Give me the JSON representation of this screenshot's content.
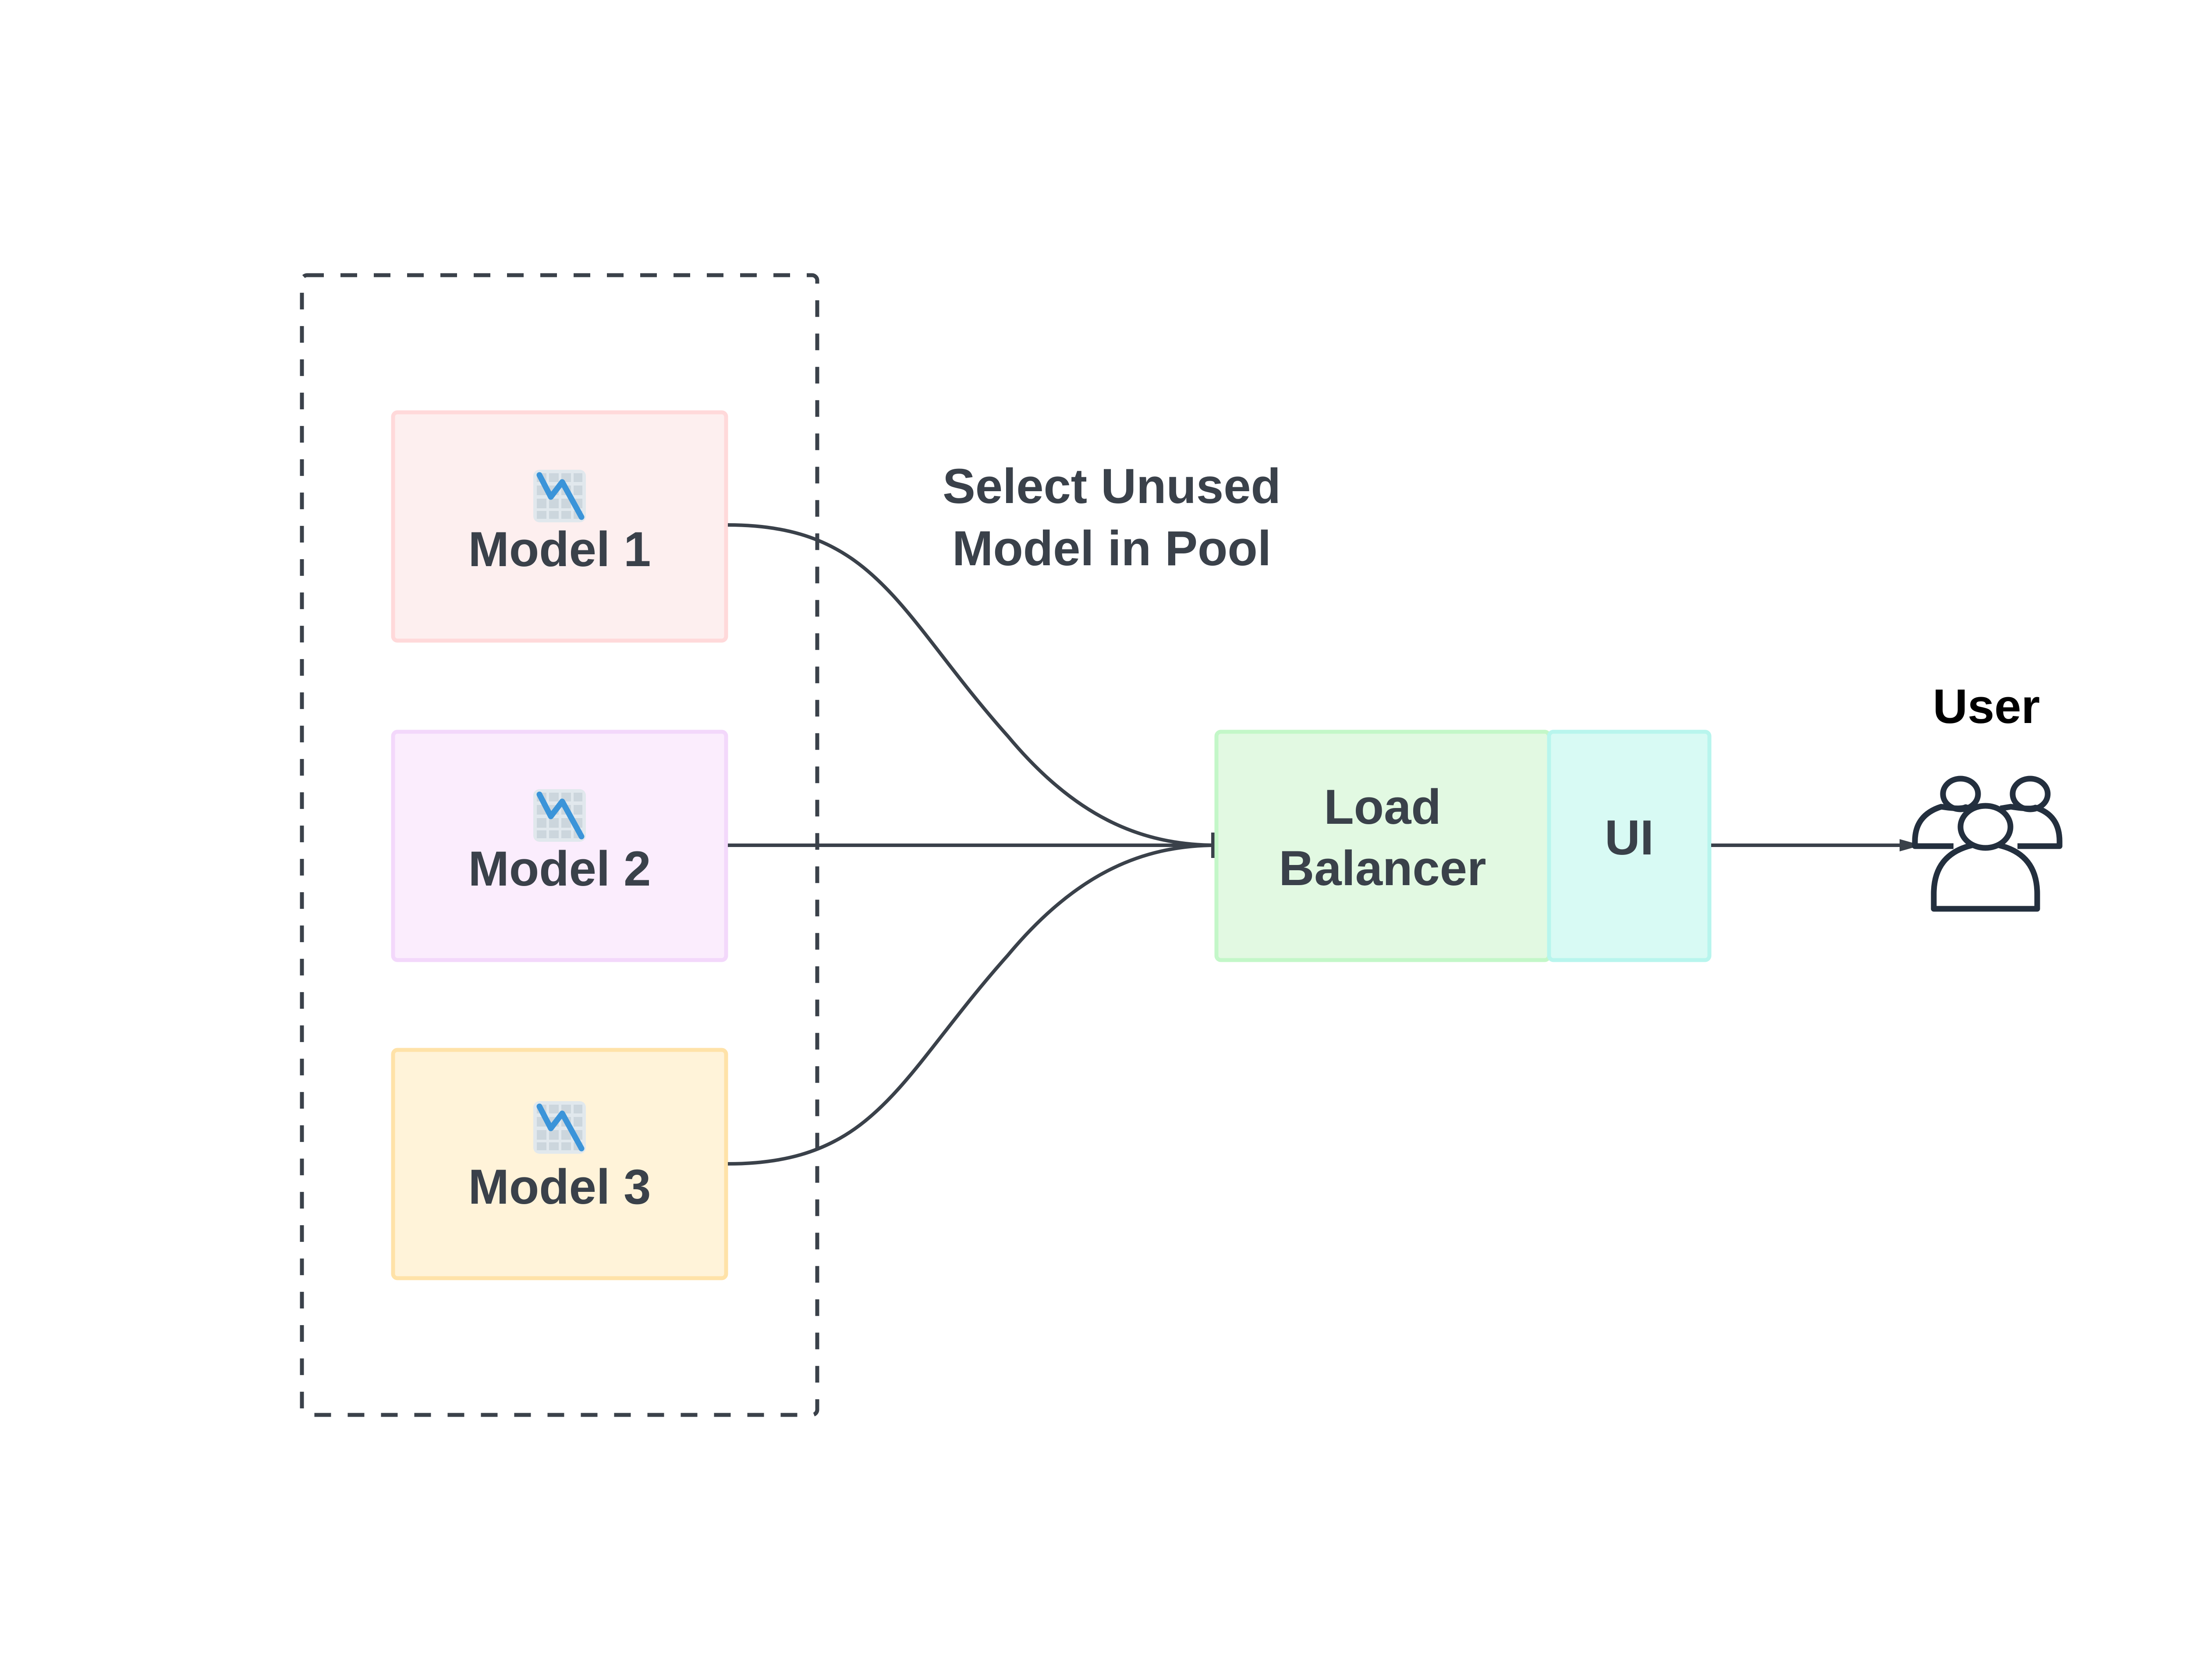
{
  "diagram": {
    "pool_label": "",
    "models": [
      {
        "label": "Model 1",
        "icon": "chart-decreasing-icon",
        "fill": "#fdefef",
        "stroke": "#ffd9da"
      },
      {
        "label": "Model 2",
        "icon": "chart-decreasing-icon",
        "fill": "#fbedfd",
        "stroke": "#f3d8fb"
      },
      {
        "label": "Model 3",
        "icon": "chart-decreasing-icon",
        "fill": "#fff3d9",
        "stroke": "#ffe2a8"
      }
    ],
    "annotation": {
      "line1": "Select Unused",
      "line2": "Model in Pool"
    },
    "load_balancer": {
      "line1": "Load",
      "line2": "Balancer",
      "fill": "#e2f9e2",
      "stroke": "#c3f7c8"
    },
    "ui": {
      "label": "UI",
      "fill": "#d8faf4",
      "stroke": "#b8f5ed"
    },
    "user": {
      "label": "User",
      "icon": "users-group-icon"
    },
    "edge_color": "#3a414a",
    "text_color": "#3a414a"
  }
}
